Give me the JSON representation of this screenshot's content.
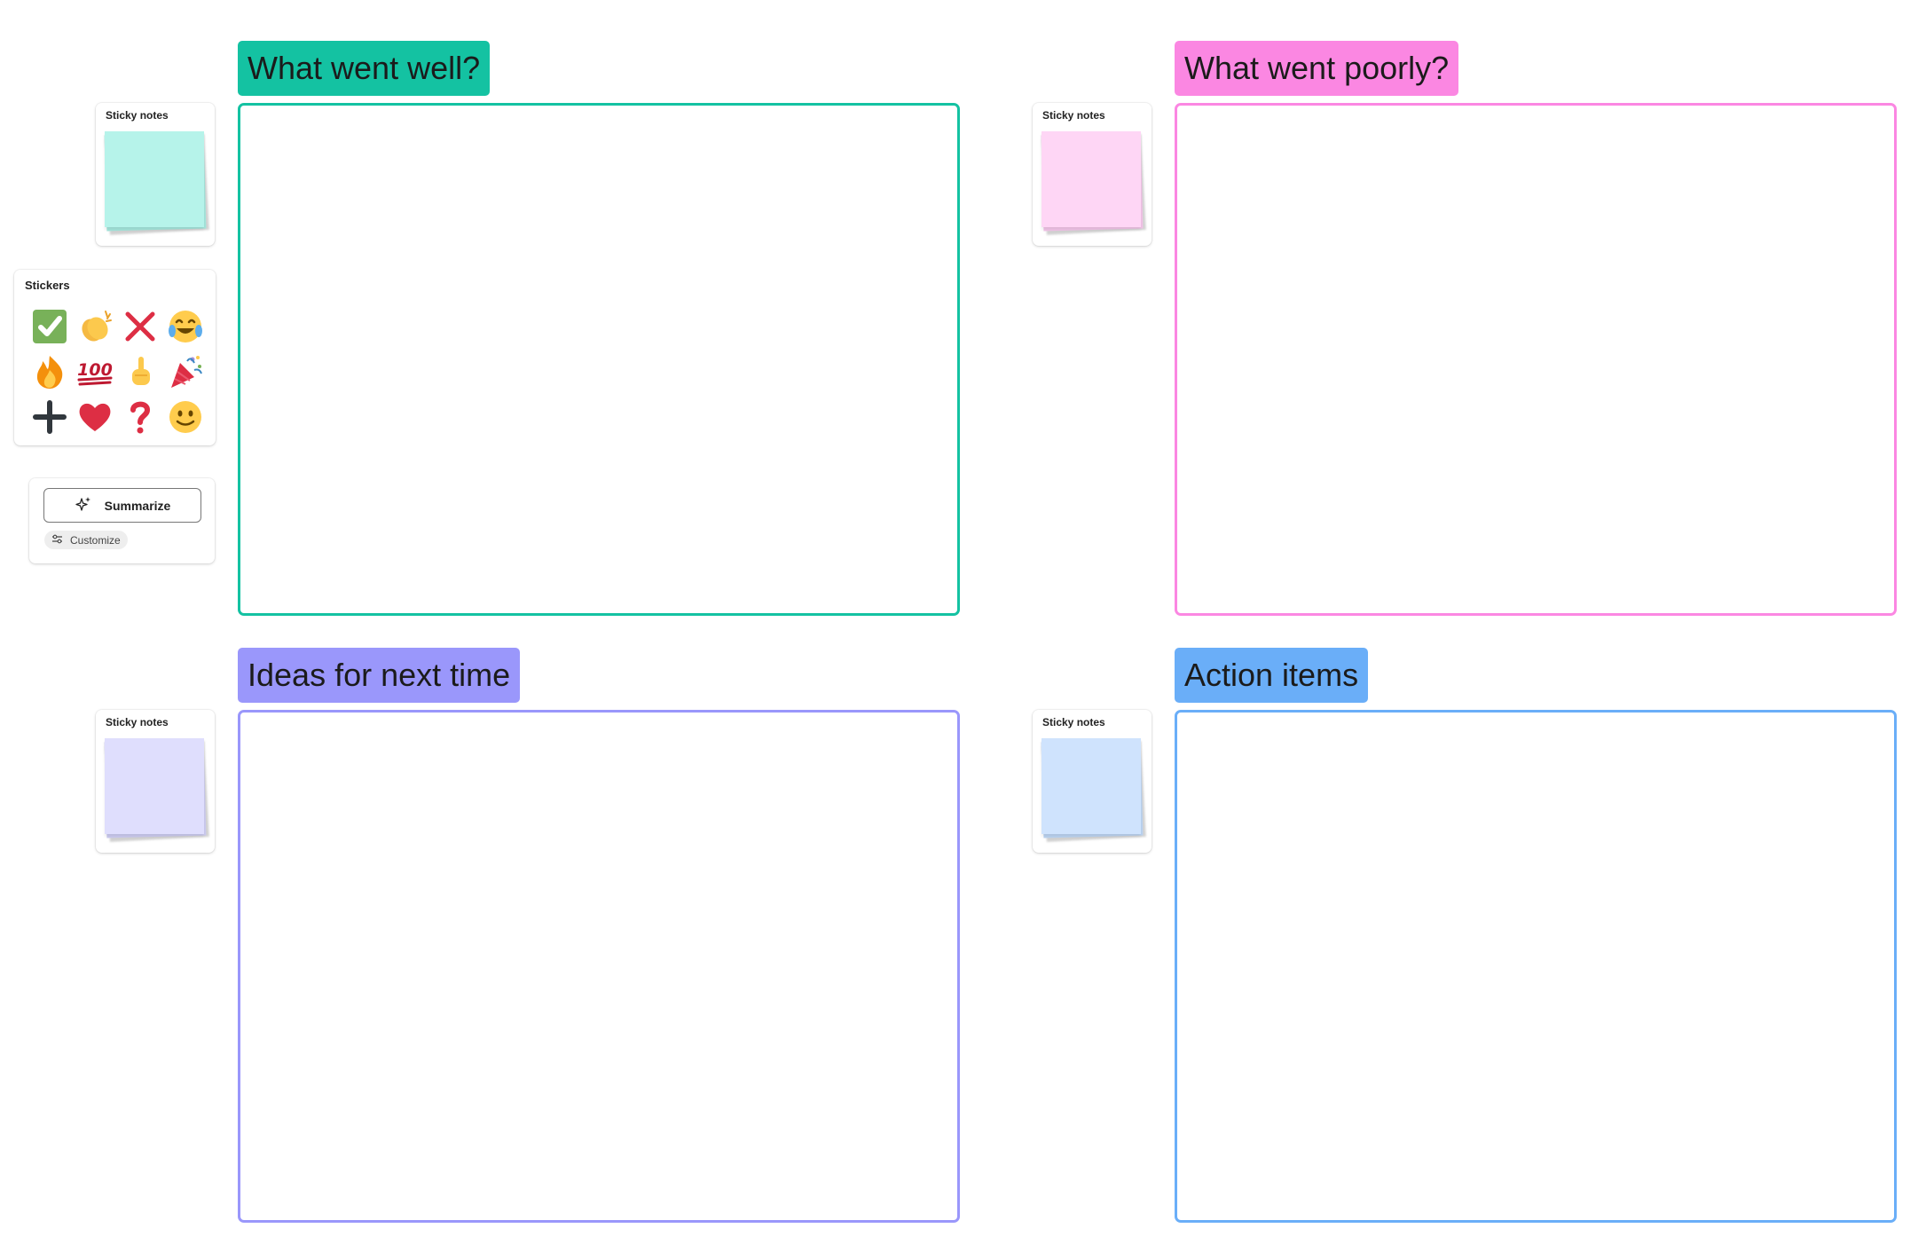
{
  "sections": [
    {
      "title": "What went well?",
      "color": "#14c2a2",
      "sticky_color": "#b6f3ea",
      "sticky_label": "Sticky notes"
    },
    {
      "title": "What went poorly?",
      "color": "#fb87e2",
      "sticky_color": "#fed6f5",
      "sticky_label": "Sticky notes"
    },
    {
      "title": "Ideas for next time",
      "color": "#9a97fb",
      "sticky_color": "#dfdefd",
      "sticky_label": "Sticky notes"
    },
    {
      "title": "Action items",
      "color": "#6aaef8",
      "sticky_color": "#cfe3fd",
      "sticky_label": "Sticky notes"
    }
  ],
  "stickers": {
    "label": "Stickers",
    "items": [
      "check-mark-icon",
      "clapping-hands-icon",
      "cross-mark-icon",
      "tears-of-joy-icon",
      "fire-icon",
      "hundred-points-icon",
      "pointing-up-icon",
      "party-popper-icon",
      "plus-icon",
      "heart-icon",
      "question-mark-icon",
      "smiley-icon"
    ]
  },
  "summarize": {
    "button_label": "Summarize",
    "customize_label": "Customize"
  }
}
